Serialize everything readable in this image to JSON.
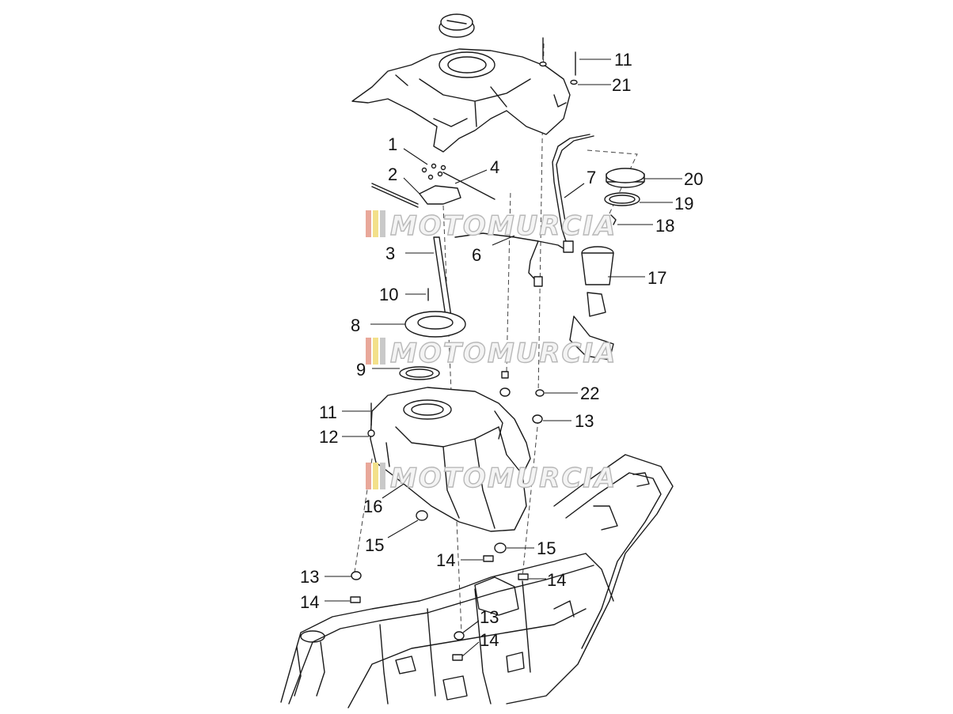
{
  "callouts": [
    {
      "label": "1"
    },
    {
      "label": "2"
    },
    {
      "label": "3"
    },
    {
      "label": "4"
    },
    {
      "label": "6"
    },
    {
      "label": "7"
    },
    {
      "label": "8"
    },
    {
      "label": "9"
    },
    {
      "label": "10"
    },
    {
      "label": "11"
    },
    {
      "label": "21"
    },
    {
      "label": "20"
    },
    {
      "label": "19"
    },
    {
      "label": "18"
    },
    {
      "label": "17"
    },
    {
      "label": "22"
    },
    {
      "label": "13"
    },
    {
      "label": "11"
    },
    {
      "label": "12"
    },
    {
      "label": "16"
    },
    {
      "label": "15"
    },
    {
      "label": "15"
    },
    {
      "label": "14"
    },
    {
      "label": "14"
    },
    {
      "label": "13"
    },
    {
      "label": "14"
    },
    {
      "label": "13"
    },
    {
      "label": "14"
    }
  ],
  "watermark": {
    "text": "MOTOMURCIA",
    "stripe_colors": [
      "#e9a89a",
      "#f3e08a",
      "#c9c9c9"
    ]
  }
}
